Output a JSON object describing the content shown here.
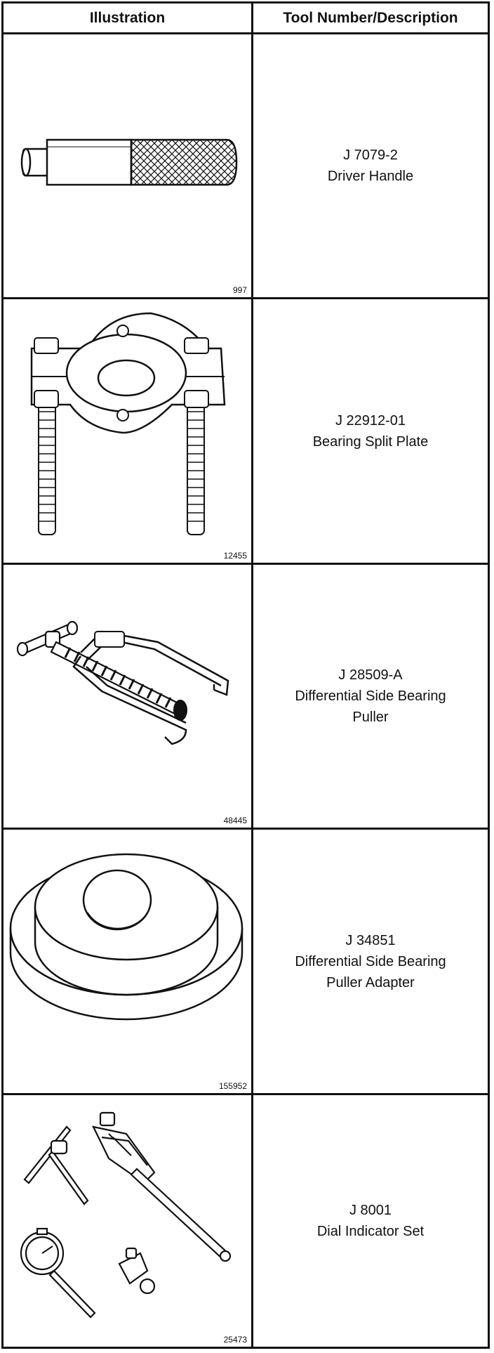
{
  "table": {
    "headers": {
      "illustration": "Illustration",
      "tool": "Tool Number/Description"
    },
    "rows": [
      {
        "tool_number": "J 7079-2",
        "description": [
          "Driver Handle"
        ],
        "figure_id": "997",
        "icon": "driver-handle-icon"
      },
      {
        "tool_number": "J 22912-01",
        "description": [
          "Bearing Split Plate"
        ],
        "figure_id": "12455",
        "icon": "bearing-split-plate-icon"
      },
      {
        "tool_number": "J 28509-A",
        "description": [
          "Differential Side Bearing",
          "Puller"
        ],
        "figure_id": "48445",
        "icon": "side-bearing-puller-icon"
      },
      {
        "tool_number": "J 34851",
        "description": [
          "Differential Side Bearing",
          "Puller Adapter"
        ],
        "figure_id": "155952",
        "icon": "puller-adapter-icon"
      },
      {
        "tool_number": "J 8001",
        "description": [
          "Dial Indicator Set"
        ],
        "figure_id": "25473",
        "icon": "dial-indicator-set-icon"
      }
    ]
  }
}
